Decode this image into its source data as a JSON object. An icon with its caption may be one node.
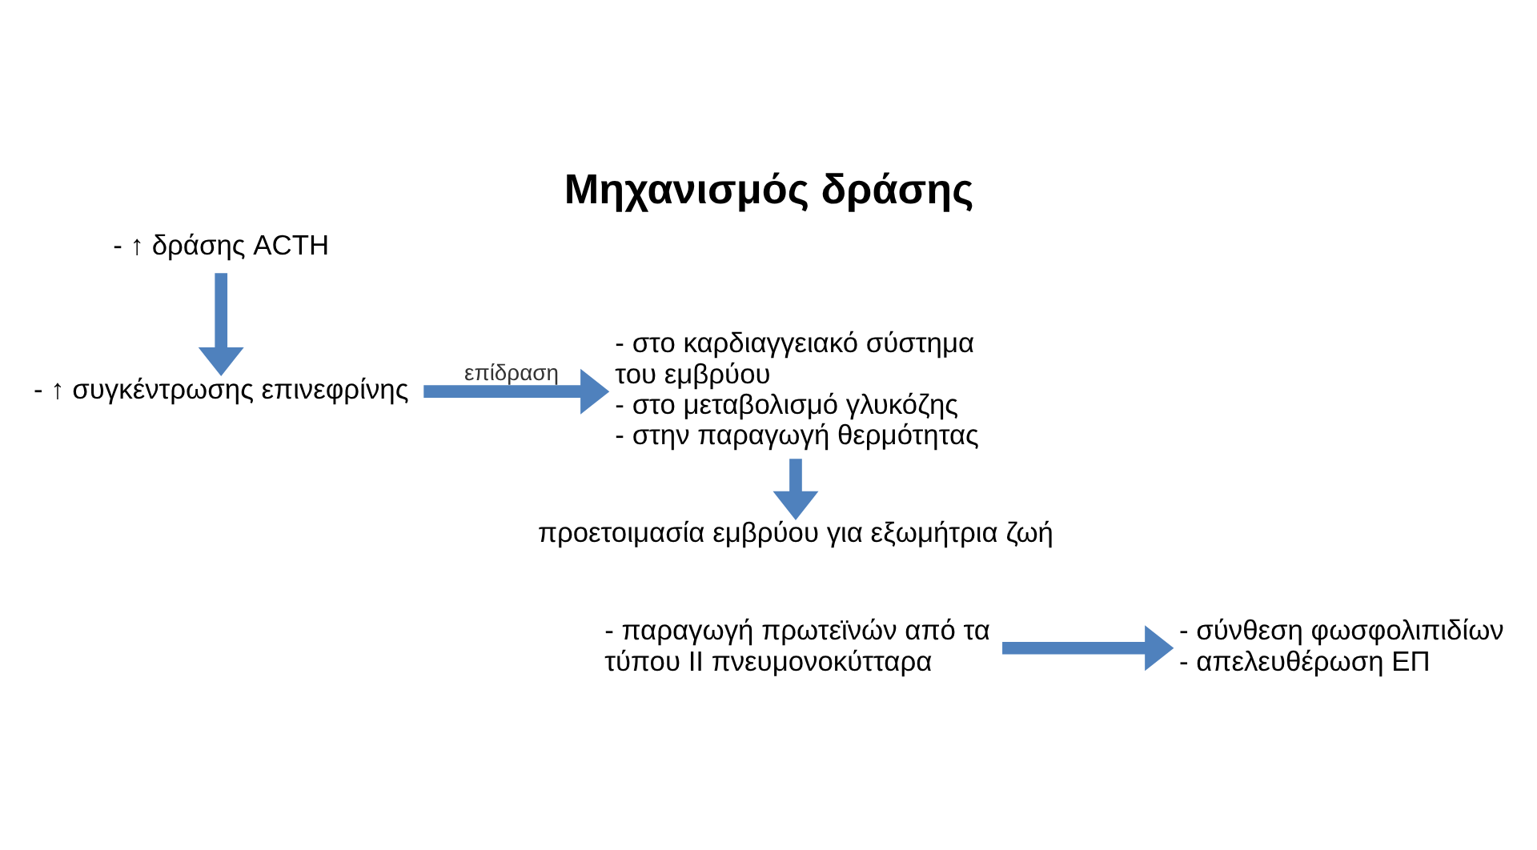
{
  "diagram": {
    "title": "Μηχανισμός δράσης",
    "nodes": [
      {
        "text": [
          "- ↑ δράσης ACTH"
        ]
      },
      {
        "text": [
          "- ↑ συγκέντρωσης επινεφρίνης"
        ]
      },
      {
        "text": [
          "- στο καρδιαγγειακό σύστημα του εμβρύου",
          "- στο μεταβολισμό γλυκόζης",
          "- στην παραγωγή θερμότητας"
        ]
      },
      {
        "text": [
          "προετοιμασία εμβρύου για εξωμήτρια ζωή"
        ]
      },
      {
        "text": [
          "- παραγωγή πρωτεϊνών από τα τύπου II πνευμονοκύτταρα"
        ]
      },
      {
        "text": [
          "- σύνθεση φωσφολιπιδίων",
          "- απελευθέρωση ΕΠ"
        ]
      }
    ],
    "edges": [
      {
        "from": 0,
        "to": 1,
        "arrow": "to"
      },
      {
        "from": 1,
        "to": 2,
        "arrow": "to",
        "label": "επίδραση"
      },
      {
        "from": 2,
        "to": 3,
        "arrow": "to"
      },
      {
        "from": 4,
        "to": 5,
        "arrow": "to"
      }
    ]
  }
}
